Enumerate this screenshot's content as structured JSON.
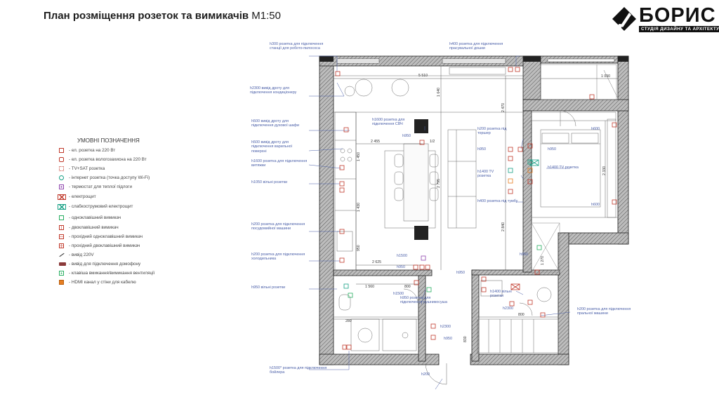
{
  "title": {
    "main": "План розміщення розеток та вимикачів",
    "scale": "М1:50"
  },
  "logo": {
    "name": "БОРИС",
    "tagline": "СТУДІЯ ДИЗАЙНУ ТА АРХІТЕКТУРИ"
  },
  "legend": {
    "title": "УМОВНІ ПОЗНАЧЕННЯ",
    "items": [
      {
        "label": "- ел. розетка на 220 Вт",
        "color": "#c0392b",
        "icon": "socket-icon"
      },
      {
        "label": "- ел. розетка вологозахисна на 220 Вт",
        "color": "#c0392b",
        "icon": "waterproof-socket-icon"
      },
      {
        "label": "- TV+SAT розетка",
        "color": "#c0392b",
        "icon": "tv-socket-icon"
      },
      {
        "label": "- інтернет розетка (точка доступу Wi-Fi)",
        "color": "#16a085",
        "icon": "internet-socket-icon"
      },
      {
        "label": "- термостат для теплої підлоги",
        "color": "#8e44ad",
        "icon": "thermostat-icon"
      },
      {
        "label": "- електрощит",
        "color": "#c0392b",
        "icon": "electrical-panel-icon"
      },
      {
        "label": "- слабкострумовий електрощит",
        "color": "#16a085",
        "icon": "low-voltage-panel-icon"
      },
      {
        "label": "- одноклавішний вимикач",
        "color": "#27ae60",
        "icon": "single-switch-icon"
      },
      {
        "label": "- двоклавішний вимикач",
        "color": "#c0392b",
        "icon": "double-switch-icon"
      },
      {
        "label": "- прохідний одноклавішний вимикач",
        "color": "#c0392b",
        "icon": "pass-switch-icon"
      },
      {
        "label": "- прохідний двоклавішний вимикач",
        "color": "#c0392b",
        "icon": "pass-double-switch-icon"
      },
      {
        "label": "- вивід 220V",
        "color": "#333333",
        "icon": "output-220v-icon"
      },
      {
        "label": "- вивід для підключення домофону",
        "color": "#8b3a3a",
        "icon": "intercom-icon"
      },
      {
        "label": "- клавіша вмикання/вимикання вентиляції",
        "color": "#27ae60",
        "icon": "ventilation-switch-icon"
      },
      {
        "label": "- HDMI канал у стіни для кабелю",
        "color": "#e67e22",
        "icon": "hdmi-icon"
      }
    ]
  },
  "callouts": [
    {
      "text": "h300 розетка для підключення станції для робото-пилососа"
    },
    {
      "text": "h400 розетка для підключення прасувальної дошки"
    },
    {
      "text": "h2300 вивід дроту для підключення кондиціонеру"
    },
    {
      "text": "h500 вивід дроту для підключення духової шафи"
    },
    {
      "text": "h1600 розетка для підключення СВЧ"
    },
    {
      "text": "h500 вивід дроту для підключення варильної поверхні"
    },
    {
      "text": "h1600 розетка для підключення витяжки"
    },
    {
      "text": "h1050 вільні розетки"
    },
    {
      "text": "h200 розетка для підключення посудомийної машини"
    },
    {
      "text": "h200 розетка для підключення холодильника"
    },
    {
      "text": "h950 вільні розетки"
    },
    {
      "text": "h1500* розетка для підключення бойлера"
    },
    {
      "text": "h950 розетка для підключення рушникосуша"
    },
    {
      "text": "h200 розетка під торшер"
    },
    {
      "text": "h1400 TV розетка"
    },
    {
      "text": "h400 розетка під тумбу"
    },
    {
      "text": "h1400 вільні розетки"
    },
    {
      "text": "h200 розетка для підключення пральної машини"
    },
    {
      "text": "h1400 TV розетка"
    }
  ],
  "heights": [
    "h950",
    "h600",
    "h950",
    "h600",
    "h950",
    "h1500",
    "h950",
    "h950",
    "h1500",
    "h2300",
    "h200",
    "h950",
    "h2300",
    "h950"
  ],
  "dimensions": {
    "horizontal": [
      "5 510",
      "2 455",
      "1/2",
      "2 625",
      "1 560",
      "800",
      "1 090",
      "280",
      "800",
      "830"
    ],
    "vertical": [
      "1 640",
      "2 470",
      "2 795",
      "2 840",
      "1 430",
      "1 450",
      "950",
      "2 330",
      "1 270"
    ]
  }
}
